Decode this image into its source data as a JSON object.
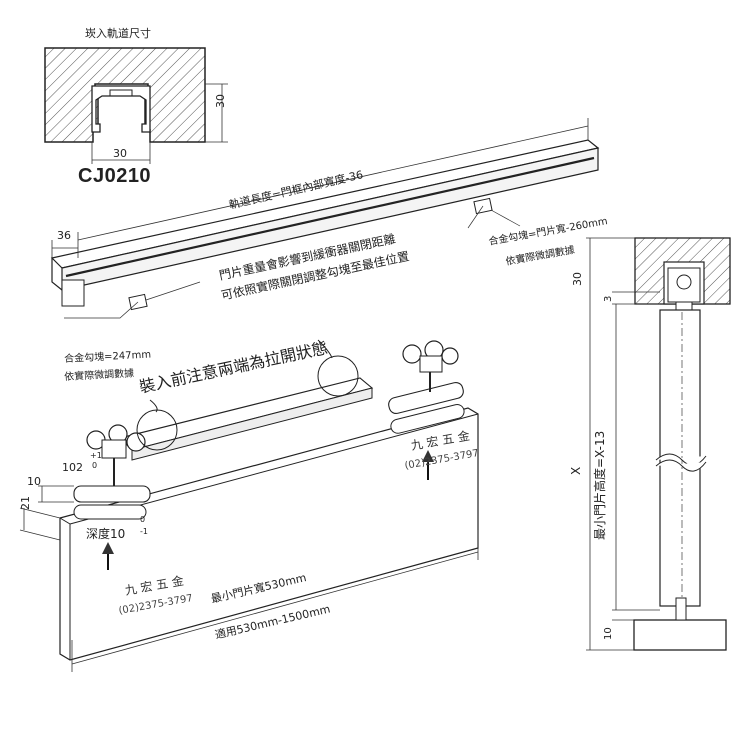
{
  "top_section": {
    "title": "崁入軌道尺寸",
    "dim_height": "30",
    "dim_width": "30",
    "model": "CJ0210"
  },
  "rail": {
    "length_label": "軌道長度=門框內部寬度-36",
    "offset_36": "36",
    "note_line1": "門片重量會影響到緩衝器關閉距離",
    "note_line2": "可依照實際關閉調整勾塊至最佳位置",
    "left_hook_line1": "合金勾塊=247mm",
    "left_hook_line2": "依實際微調數據",
    "right_hook_line1": "合金勾塊=門片寬-260mm",
    "right_hook_line2": "依實際微調數據"
  },
  "assembly": {
    "warning": "裝入前注意兩端為拉開狀態",
    "dim_10": "10",
    "dim_102": "102",
    "tol_102_plus": "+1",
    "tol_102_minus": "0",
    "dim_21": "21",
    "depth_label": "深度10",
    "tol_depth_plus": "0",
    "tol_depth_minus": "-1",
    "min_width": "最小門片寬530mm",
    "range": "適用530mm-1500mm"
  },
  "watermark": {
    "name": "九 宏 五 金",
    "phone": "(02)2375-3797"
  },
  "side_view": {
    "dim_30": "30",
    "dim_3": "3",
    "min_height": "最小門片高度=X-13",
    "x_label": "X",
    "dim_10": "10"
  }
}
